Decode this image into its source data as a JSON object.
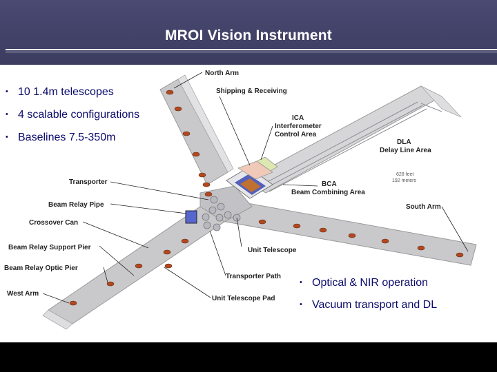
{
  "slide": {
    "title": "MROI Vision Instrument",
    "bullets_left": [
      "10 1.4m telescopes",
      "4 scalable configurations",
      "Baselines 7.5-350m"
    ],
    "bullets_right": [
      "Optical & NIR operation",
      "Vacuum transport and DL"
    ]
  },
  "diagram": {
    "labels": {
      "north_arm": "North Arm",
      "shipping": "Shipping & Receiving",
      "ica_1": "ICA",
      "ica_2": "Interferometer",
      "ica_3": "Control Area",
      "dla_1": "DLA",
      "dla_2": "Delay Line Area",
      "scale_1": "628 feet",
      "scale_2": "192 meters",
      "bca_1": "BCA",
      "bca_2": "Beam Combining Area",
      "south_arm": "South Arm",
      "transporter": "Transporter",
      "beam_relay_pipe": "Beam Relay Pipe",
      "crossover_can": "Crossover Can",
      "beam_relay_support_pier": "Beam Relay Support Pier",
      "unit_telescope": "Unit Telescope",
      "beam_relay_optic_pier": "Beam Relay Optic Pier",
      "transporter_path": "Transporter Path",
      "west_arm": "West Arm",
      "unit_telescope_pad": "Unit Telescope Pad"
    }
  },
  "colors": {
    "header": "#45456a",
    "bullet_text": "#0a0a6a",
    "pad": "#b5471f",
    "arm": "#c9c9cc"
  }
}
